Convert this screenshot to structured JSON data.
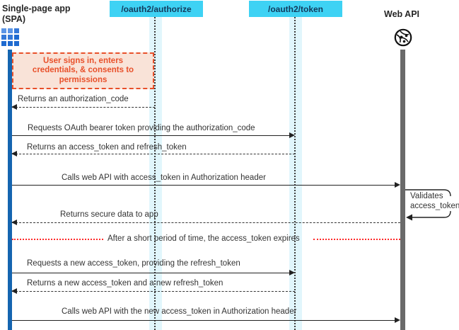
{
  "actors": {
    "spa_title": "Single-page app",
    "spa_subtitle": "(SPA)",
    "authorize_label": "/oauth2/authorize",
    "token_label": "/oauth2/token",
    "webapi_label": "Web API"
  },
  "icons": {
    "spa": "app-grid-icon",
    "webapi": "globe-network-icon"
  },
  "colors": {
    "endpoint_box": "#3ed2f4",
    "endpoint_text": "#123a5c",
    "lifeline_band": "#e1f6fc",
    "spa_activation_bar": "#1565b0",
    "webapi_activation_bar": "#6a6a6a",
    "note_border": "#e8502a",
    "note_fill": "#f9e3d8",
    "note_text": "#e8502a",
    "expire_line": "#ff2a2a",
    "message_text": "#333333"
  },
  "note": {
    "text": "User signs in, enters credentials, & consents to permissions"
  },
  "messages": [
    {
      "label": "Returns an authorization_code",
      "type": "dashed-return",
      "from": "authorize",
      "to": "spa"
    },
    {
      "label": "Requests OAuth bearer token providing the authorization_code",
      "type": "solid-request",
      "from": "spa",
      "to": "token"
    },
    {
      "label": "Returns an access_token and refresh_token",
      "type": "dashed-return",
      "from": "token",
      "to": "spa"
    },
    {
      "label": "Calls web API with access_token in Authorization header",
      "type": "solid-request",
      "from": "spa",
      "to": "webapi"
    },
    {
      "label": "Returns secure data to app",
      "type": "dashed-return",
      "from": "webapi",
      "to": "spa"
    },
    {
      "label": "Requests a new access_token, providing the refresh_token",
      "type": "solid-request",
      "from": "spa",
      "to": "token"
    },
    {
      "label": "Returns a new access_token and a new refresh_token",
      "type": "dashed-return",
      "from": "token",
      "to": "spa"
    },
    {
      "label": "Calls web API with the new access_token in Authorization header",
      "type": "solid-request",
      "from": "spa",
      "to": "webapi"
    }
  ],
  "self_message": {
    "line1": "Validates",
    "line2": "access_token"
  },
  "expire_note": "After a short period of time, the access_token expires"
}
